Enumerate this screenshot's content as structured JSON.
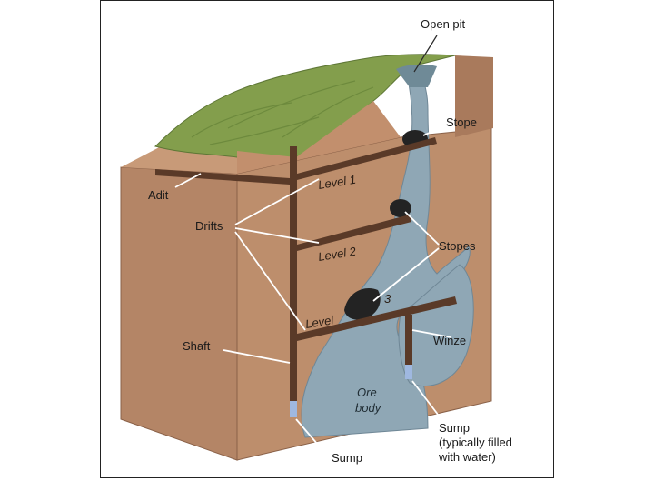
{
  "labels": {
    "open_pit": "Open pit",
    "stope": "Stope",
    "adit": "Adit",
    "level_1": "Level 1",
    "drifts": "Drifts",
    "level_2": "Level 2",
    "stopes": "Stopes",
    "level_3_word": "Level",
    "level_3_number": "3",
    "shaft": "Shaft",
    "winze": "Winze",
    "ore_body_line1": "Ore",
    "ore_body_line2": "body",
    "sump_left": "Sump",
    "sump_right_line1": "Sump",
    "sump_right_line2": "(typically filled",
    "sump_right_line3": "with water)"
  },
  "colors": {
    "rock_front": "#b98a68",
    "rock_side": "#a9795a",
    "rock_top": "#c49574",
    "grass": "#7f9a4a",
    "ore_body": "#8fa8b6",
    "tunnel": "#5a3a28",
    "sump_water": "#9fb8e0"
  }
}
